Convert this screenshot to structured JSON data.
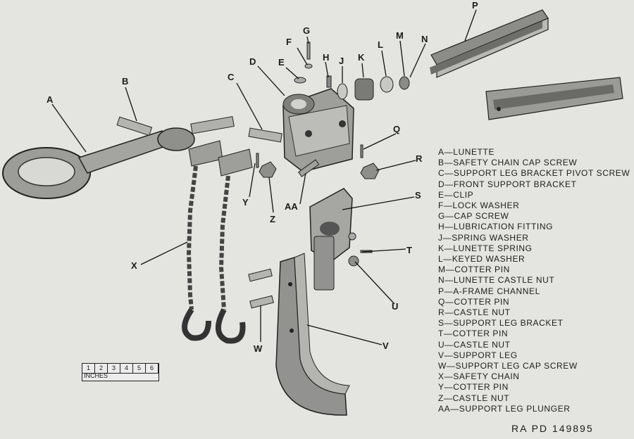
{
  "callouts": [
    "A",
    "B",
    "C",
    "D",
    "E",
    "F",
    "G",
    "H",
    "J",
    "K",
    "L",
    "M",
    "N",
    "P",
    "Q",
    "R",
    "S",
    "T",
    "U",
    "V",
    "W",
    "X",
    "Y",
    "Z",
    "AA"
  ],
  "legend": [
    "A—LUNETTE",
    "B—SAFETY CHAIN CAP SCREW",
    "C—SUPPORT LEG BRACKET PIVOT SCREW",
    "D—FRONT SUPPORT BRACKET",
    "E—CLIP",
    "F—LOCK WASHER",
    "G—CAP SCREW",
    "H—LUBRICATION FITTING",
    "J—SPRING WASHER",
    "K—LUNETTE SPRING",
    "L—KEYED WASHER",
    "M—COTTER PIN",
    "N—LUNETTE CASTLE NUT",
    "P—A-FRAME CHANNEL",
    "Q—COTTER PIN",
    "R—CASTLE NUT",
    "S—SUPPORT LEG BRACKET",
    "T—COTTER PIN",
    "U—CASTLE NUT",
    "V—SUPPORT LEG",
    "W—SUPPORT LEG CAP SCREW",
    "X—SAFETY CHAIN",
    "Y—COTTER PIN",
    "Z—CASTLE NUT",
    "AA—SUPPORT LEG PLUNGER"
  ],
  "scale": {
    "ticks": [
      "1",
      "2",
      "3",
      "4",
      "5",
      "6"
    ],
    "unit": "INCHES"
  },
  "reference": "RA PD 149895"
}
